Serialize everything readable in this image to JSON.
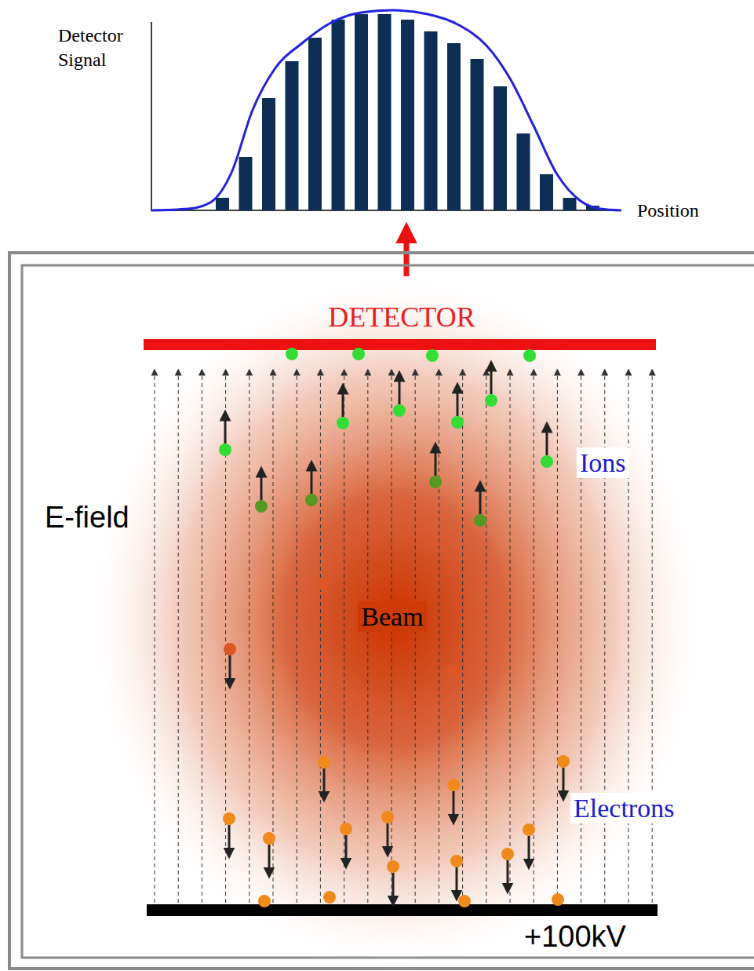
{
  "diagram": {
    "labels": [
      "Detector Signal",
      "Position",
      "DETECTOR",
      "E-field",
      "Ions",
      "Beam",
      "Electrons",
      "+100kV"
    ]
  }
}
